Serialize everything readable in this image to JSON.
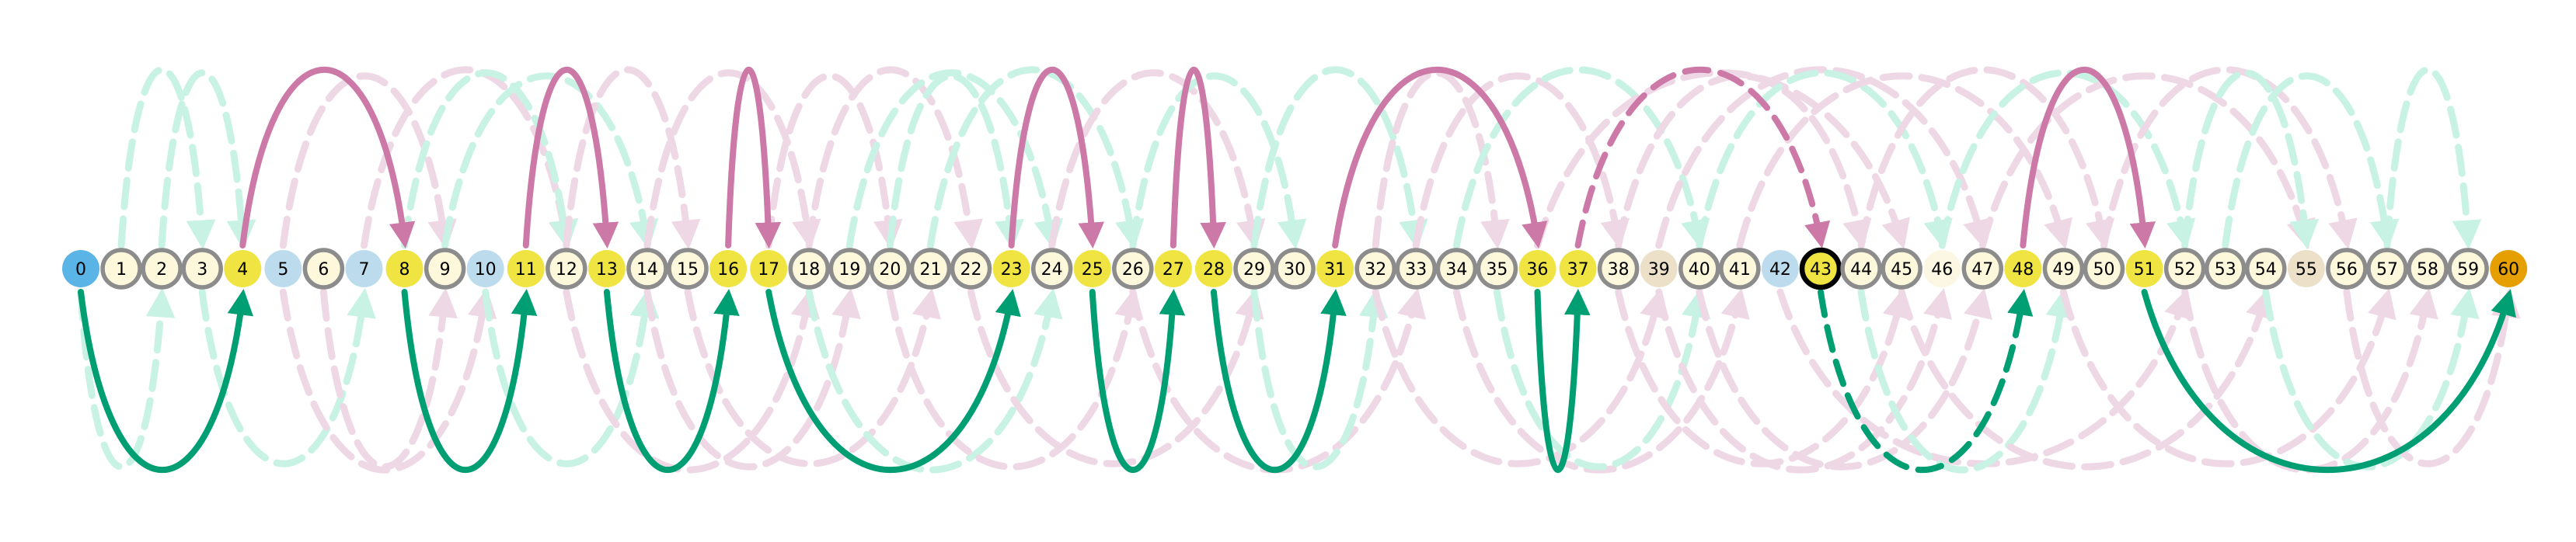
{
  "nodes": [
    {
      "label": "0",
      "kind": "start"
    },
    {
      "label": "1",
      "kind": "plain"
    },
    {
      "label": "2",
      "kind": "plain"
    },
    {
      "label": "3",
      "kind": "plain"
    },
    {
      "label": "4",
      "kind": "yellow"
    },
    {
      "label": "5",
      "kind": "blue"
    },
    {
      "label": "6",
      "kind": "plain"
    },
    {
      "label": "7",
      "kind": "blue"
    },
    {
      "label": "8",
      "kind": "yellow"
    },
    {
      "label": "9",
      "kind": "plain"
    },
    {
      "label": "10",
      "kind": "blue"
    },
    {
      "label": "11",
      "kind": "yellow"
    },
    {
      "label": "12",
      "kind": "plain"
    },
    {
      "label": "13",
      "kind": "yellow"
    },
    {
      "label": "14",
      "kind": "plain"
    },
    {
      "label": "15",
      "kind": "plain"
    },
    {
      "label": "16",
      "kind": "yellow"
    },
    {
      "label": "17",
      "kind": "yellow"
    },
    {
      "label": "18",
      "kind": "plain"
    },
    {
      "label": "19",
      "kind": "plain"
    },
    {
      "label": "20",
      "kind": "plain"
    },
    {
      "label": "21",
      "kind": "plain"
    },
    {
      "label": "22",
      "kind": "plain"
    },
    {
      "label": "23",
      "kind": "yellow"
    },
    {
      "label": "24",
      "kind": "plain"
    },
    {
      "label": "25",
      "kind": "yellow"
    },
    {
      "label": "26",
      "kind": "plain"
    },
    {
      "label": "27",
      "kind": "yellow"
    },
    {
      "label": "28",
      "kind": "yellow"
    },
    {
      "label": "29",
      "kind": "plain"
    },
    {
      "label": "30",
      "kind": "plain"
    },
    {
      "label": "31",
      "kind": "yellow"
    },
    {
      "label": "32",
      "kind": "plain"
    },
    {
      "label": "33",
      "kind": "plain"
    },
    {
      "label": "34",
      "kind": "plain"
    },
    {
      "label": "35",
      "kind": "plain"
    },
    {
      "label": "36",
      "kind": "yellow"
    },
    {
      "label": "37",
      "kind": "yellow"
    },
    {
      "label": "38",
      "kind": "plain"
    },
    {
      "label": "39",
      "kind": "tan"
    },
    {
      "label": "40",
      "kind": "plain"
    },
    {
      "label": "41",
      "kind": "plain"
    },
    {
      "label": "42",
      "kind": "blue"
    },
    {
      "label": "43",
      "kind": "current"
    },
    {
      "label": "44",
      "kind": "plain"
    },
    {
      "label": "45",
      "kind": "plain"
    },
    {
      "label": "46",
      "kind": "pale"
    },
    {
      "label": "47",
      "kind": "plain"
    },
    {
      "label": "48",
      "kind": "yellow"
    },
    {
      "label": "49",
      "kind": "plain"
    },
    {
      "label": "50",
      "kind": "plain"
    },
    {
      "label": "51",
      "kind": "yellow"
    },
    {
      "label": "52",
      "kind": "plain"
    },
    {
      "label": "53",
      "kind": "plain"
    },
    {
      "label": "54",
      "kind": "plain"
    },
    {
      "label": "55",
      "kind": "tan"
    },
    {
      "label": "56",
      "kind": "plain"
    },
    {
      "label": "57",
      "kind": "plain"
    },
    {
      "label": "58",
      "kind": "plain"
    },
    {
      "label": "59",
      "kind": "plain"
    },
    {
      "label": "60",
      "kind": "goal"
    }
  ],
  "colors": {
    "start_fill": "#5ab4e5",
    "goal_fill": "#e69f00",
    "yellow_fill": "#f0e442",
    "plain_fill": "#fdf8dc",
    "blue_fill": "#bcdcee",
    "tan_fill": "#ece0c8",
    "pale_fill": "#fbf7e2",
    "node_stroke": "#8c8c8c",
    "current_stroke": "#000000",
    "pink_edge": "#cc79a7",
    "green_edge": "#009e73",
    "pink_faint": "#eed8e5",
    "green_faint": "#c8f2e4"
  },
  "path_edges": [
    {
      "from": 4,
      "to": 8,
      "side": "top",
      "style": "solid"
    },
    {
      "from": 11,
      "to": 13,
      "side": "top",
      "style": "solid"
    },
    {
      "from": 16,
      "to": 17,
      "side": "top",
      "style": "solid"
    },
    {
      "from": 23,
      "to": 25,
      "side": "top",
      "style": "solid"
    },
    {
      "from": 27,
      "to": 28,
      "side": "top",
      "style": "solid"
    },
    {
      "from": 31,
      "to": 36,
      "side": "top",
      "style": "solid"
    },
    {
      "from": 37,
      "to": 43,
      "side": "top",
      "style": "dashed"
    },
    {
      "from": 48,
      "to": 51,
      "side": "top",
      "style": "solid"
    },
    {
      "from": 0,
      "to": 4,
      "side": "bottom",
      "style": "solid"
    },
    {
      "from": 8,
      "to": 11,
      "side": "bottom",
      "style": "solid"
    },
    {
      "from": 13,
      "to": 16,
      "side": "bottom",
      "style": "solid"
    },
    {
      "from": 17,
      "to": 23,
      "side": "bottom",
      "style": "solid"
    },
    {
      "from": 25,
      "to": 27,
      "side": "bottom",
      "style": "solid"
    },
    {
      "from": 28,
      "to": 31,
      "side": "bottom",
      "style": "solid"
    },
    {
      "from": 36,
      "to": 37,
      "side": "bottom",
      "style": "solid"
    },
    {
      "from": 43,
      "to": 48,
      "side": "bottom",
      "style": "dashed"
    },
    {
      "from": 51,
      "to": 60,
      "side": "bottom",
      "style": "solid"
    }
  ],
  "faint_edges": [
    {
      "from": 1,
      "to": 3,
      "side": "top",
      "color": "green"
    },
    {
      "from": 2,
      "to": 4,
      "side": "top",
      "color": "green"
    },
    {
      "from": 5,
      "to": 9,
      "side": "top",
      "color": "pink"
    },
    {
      "from": 7,
      "to": 12,
      "side": "top",
      "color": "pink"
    },
    {
      "from": 8,
      "to": 12,
      "side": "top",
      "color": "green"
    },
    {
      "from": 9,
      "to": 14,
      "side": "top",
      "color": "green"
    },
    {
      "from": 12,
      "to": 15,
      "side": "top",
      "color": "pink"
    },
    {
      "from": 14,
      "to": 18,
      "side": "top",
      "color": "pink"
    },
    {
      "from": 17,
      "to": 20,
      "side": "top",
      "color": "pink"
    },
    {
      "from": 18,
      "to": 22,
      "side": "top",
      "color": "pink"
    },
    {
      "from": 19,
      "to": 24,
      "side": "top",
      "color": "green"
    },
    {
      "from": 20,
      "to": 23,
      "side": "top",
      "color": "green"
    },
    {
      "from": 21,
      "to": 26,
      "side": "top",
      "color": "green"
    },
    {
      "from": 24,
      "to": 29,
      "side": "top",
      "color": "pink"
    },
    {
      "from": 26,
      "to": 30,
      "side": "top",
      "color": "green"
    },
    {
      "from": 29,
      "to": 33,
      "side": "top",
      "color": "green"
    },
    {
      "from": 32,
      "to": 35,
      "side": "top",
      "color": "pink"
    },
    {
      "from": 33,
      "to": 38,
      "side": "top",
      "color": "pink"
    },
    {
      "from": 34,
      "to": 40,
      "side": "top",
      "color": "green"
    },
    {
      "from": 36,
      "to": 45,
      "side": "top",
      "color": "pink"
    },
    {
      "from": 38,
      "to": 44,
      "side": "top",
      "color": "pink"
    },
    {
      "from": 39,
      "to": 47,
      "side": "top",
      "color": "pink"
    },
    {
      "from": 40,
      "to": 46,
      "side": "top",
      "color": "green"
    },
    {
      "from": 41,
      "to": 49,
      "side": "top",
      "color": "pink"
    },
    {
      "from": 44,
      "to": 50,
      "side": "top",
      "color": "pink"
    },
    {
      "from": 46,
      "to": 52,
      "side": "top",
      "color": "green"
    },
    {
      "from": 47,
      "to": 55,
      "side": "top",
      "color": "pink"
    },
    {
      "from": 50,
      "to": 56,
      "side": "top",
      "color": "pink"
    },
    {
      "from": 52,
      "to": 55,
      "side": "top",
      "color": "green"
    },
    {
      "from": 53,
      "to": 57,
      "side": "top",
      "color": "green"
    },
    {
      "from": 57,
      "to": 59,
      "side": "top",
      "color": "green"
    },
    {
      "from": 0,
      "to": 2,
      "side": "bottom",
      "color": "green"
    },
    {
      "from": 3,
      "to": 7,
      "side": "bottom",
      "color": "green"
    },
    {
      "from": 5,
      "to": 10,
      "side": "bottom",
      "color": "pink"
    },
    {
      "from": 6,
      "to": 9,
      "side": "bottom",
      "color": "pink"
    },
    {
      "from": 10,
      "to": 14,
      "side": "bottom",
      "color": "green"
    },
    {
      "from": 12,
      "to": 18,
      "side": "bottom",
      "color": "pink"
    },
    {
      "from": 14,
      "to": 19,
      "side": "bottom",
      "color": "pink"
    },
    {
      "from": 15,
      "to": 21,
      "side": "bottom",
      "color": "pink"
    },
    {
      "from": 18,
      "to": 24,
      "side": "bottom",
      "color": "green"
    },
    {
      "from": 20,
      "to": 26,
      "side": "bottom",
      "color": "pink"
    },
    {
      "from": 22,
      "to": 29,
      "side": "bottom",
      "color": "pink"
    },
    {
      "from": 26,
      "to": 33,
      "side": "bottom",
      "color": "pink"
    },
    {
      "from": 29,
      "to": 32,
      "side": "bottom",
      "color": "green"
    },
    {
      "from": 32,
      "to": 39,
      "side": "bottom",
      "color": "pink"
    },
    {
      "from": 34,
      "to": 41,
      "side": "bottom",
      "color": "pink"
    },
    {
      "from": 35,
      "to": 40,
      "side": "bottom",
      "color": "green"
    },
    {
      "from": 38,
      "to": 45,
      "side": "bottom",
      "color": "pink"
    },
    {
      "from": 39,
      "to": 46,
      "side": "bottom",
      "color": "pink"
    },
    {
      "from": 40,
      "to": 47,
      "side": "bottom",
      "color": "pink"
    },
    {
      "from": 42,
      "to": 52,
      "side": "bottom",
      "color": "pink"
    },
    {
      "from": 44,
      "to": 49,
      "side": "bottom",
      "color": "green"
    },
    {
      "from": 45,
      "to": 54,
      "side": "bottom",
      "color": "pink"
    },
    {
      "from": 49,
      "to": 57,
      "side": "bottom",
      "color": "pink"
    },
    {
      "from": 52,
      "to": 58,
      "side": "bottom",
      "color": "pink"
    },
    {
      "from": 54,
      "to": 59,
      "side": "bottom",
      "color": "green"
    },
    {
      "from": 56,
      "to": 60,
      "side": "bottom",
      "color": "pink"
    }
  ]
}
